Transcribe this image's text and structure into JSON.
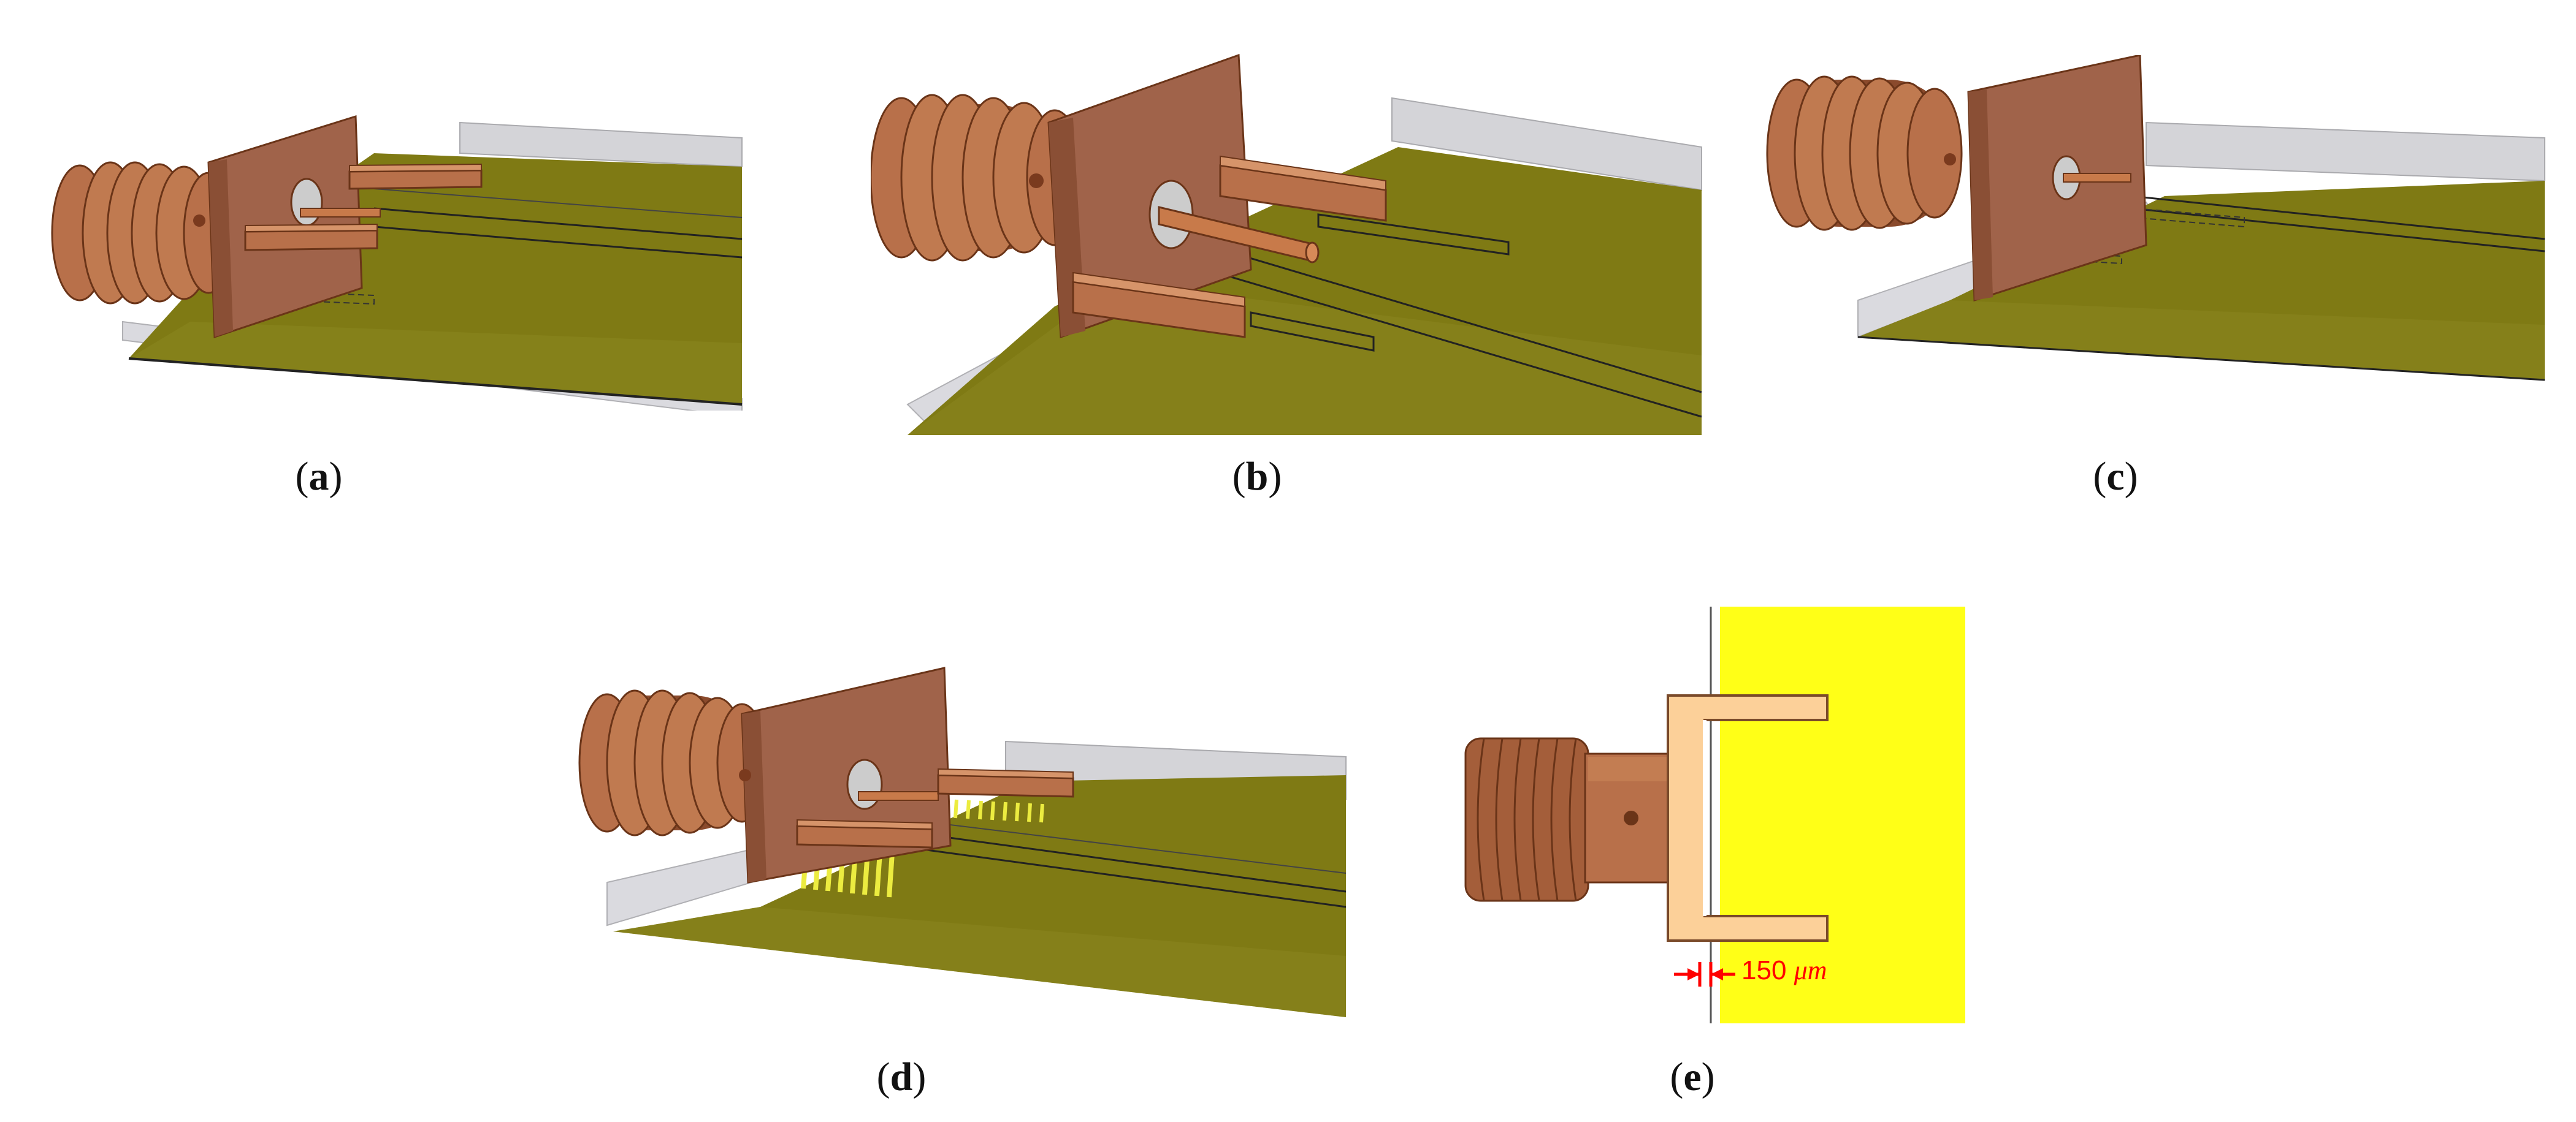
{
  "captions": {
    "a": {
      "open": "(",
      "letter": "a",
      "close": ")"
    },
    "b": {
      "open": "(",
      "letter": "b",
      "close": ")"
    },
    "c": {
      "open": "(",
      "letter": "c",
      "close": ")"
    },
    "d": {
      "open": "(",
      "letter": "d",
      "close": ")"
    },
    "e": {
      "open": "(",
      "letter": "e",
      "close": ")"
    }
  },
  "dimension_label": {
    "value": "150 ",
    "unit": "μm"
  },
  "colors": {
    "copper": "#b8704a",
    "copper_dark": "#8a4a2c",
    "copper_light": "#d6946a",
    "flange": "#a0634a",
    "pcb": "#7f7a14",
    "pcb_dark": "#5f5a0a",
    "substrate_edge": "#d8d8dc",
    "via_yellow": "#ecec40",
    "board_yellow": "#ffff17",
    "pin_peach": "#fcd099",
    "dim_red": "#ff0000"
  }
}
